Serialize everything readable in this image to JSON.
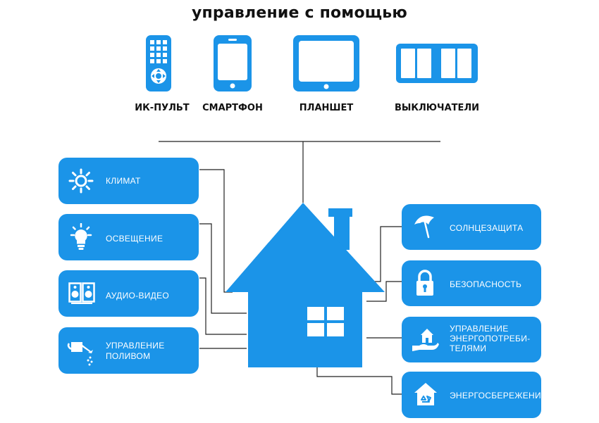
{
  "title": "управление с помощью",
  "devices": [
    {
      "label": "ИК-ПУЛЬТ",
      "icon": "remote-control-icon"
    },
    {
      "label": "СМАРТФОН",
      "icon": "smartphone-icon"
    },
    {
      "label": "ПЛАНШЕТ",
      "icon": "tablet-icon"
    },
    {
      "label": "ВЫКЛЮЧАТЕЛИ",
      "icon": "wall-switch-icon"
    }
  ],
  "left_cards": [
    {
      "label": "КЛИМАТ",
      "icon": "sun-icon"
    },
    {
      "label": "ОСВЕЩЕНИЕ",
      "icon": "light-bulb-icon"
    },
    {
      "label": "АУДИО-ВИДЕО",
      "icon": "speakers-icon"
    },
    {
      "label_line1": "УПРАВЛЕНИЕ",
      "label_line2": "ПОЛИВОМ",
      "icon": "watering-can-icon"
    }
  ],
  "right_cards": [
    {
      "label": "СОЛНЦЕЗАЩИТА",
      "icon": "umbrella-icon"
    },
    {
      "label": "БЕЗОПАСНОСТЬ",
      "icon": "padlock-icon"
    },
    {
      "label_line1": "УПРАВЛЕНИЕ",
      "label_line2": "ЭНЕРГОПОТРЕБИ-",
      "label_line3": "ТЕЛЯМИ",
      "icon": "hand-house-icon"
    },
    {
      "label": "ЭНЕРГОСБЕРЕЖЕНИЕ",
      "icon": "eco-house-icon"
    }
  ],
  "colors": {
    "accent": "#1b94e8",
    "text": "#111111",
    "line": "#222222"
  }
}
